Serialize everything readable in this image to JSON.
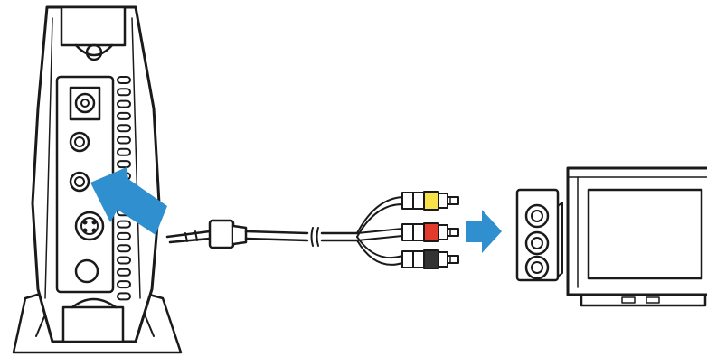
{
  "diagram": {
    "type": "connection-illustration",
    "devices": [
      {
        "name": "media-player",
        "icon": "media-player-device"
      },
      {
        "name": "television",
        "icon": "tv-icon"
      }
    ],
    "cable": {
      "name": "av-cable",
      "connector_a": "3.5mm-jack",
      "connector_b": "rca-plugs"
    },
    "rca_plugs": [
      {
        "name": "video",
        "color": "#f7e24a"
      },
      {
        "name": "audio-right",
        "color": "#e23b2e"
      },
      {
        "name": "audio-left",
        "color": "#333333"
      }
    ],
    "arrow_color": "#2f8fcf"
  }
}
